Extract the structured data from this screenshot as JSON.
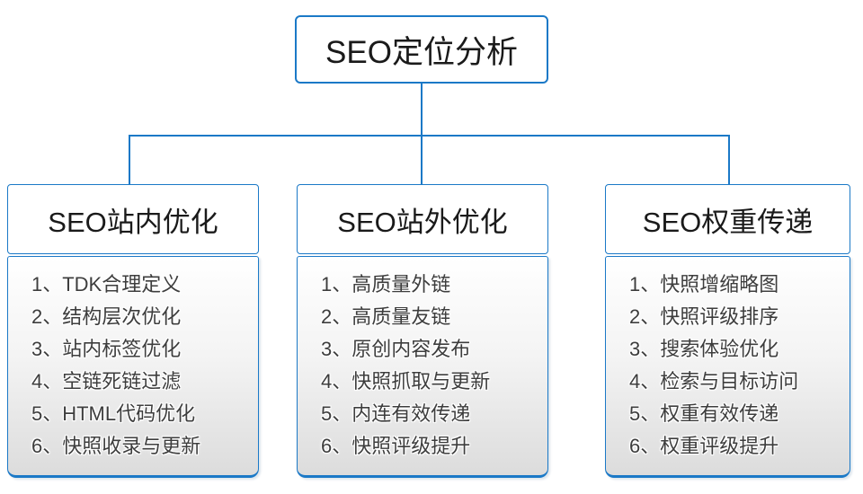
{
  "root": {
    "title": "SEO定位分析"
  },
  "columns": [
    {
      "title": "SEO站内优化",
      "items": [
        "1、TDK合理定义",
        "2、结构层次优化",
        "3、站内标签优化",
        "4、空链死链过滤",
        "5、HTML代码优化",
        "6、快照收录与更新"
      ]
    },
    {
      "title": "SEO站外优化",
      "items": [
        "1、高质量外链",
        "2、高质量友链",
        "3、原创内容发布",
        "4、快照抓取与更新",
        "5、内连有效传递",
        "6、快照评级提升"
      ]
    },
    {
      "title": "SEO权重传递",
      "items": [
        "1、快照增缩略图",
        "2、快照评级排序",
        "3、搜索体验优化",
        "4、检索与目标访问",
        "5、权重有效传递",
        "6、权重评级提升"
      ]
    }
  ],
  "colors": {
    "accent_blue": "#1b79c7"
  }
}
